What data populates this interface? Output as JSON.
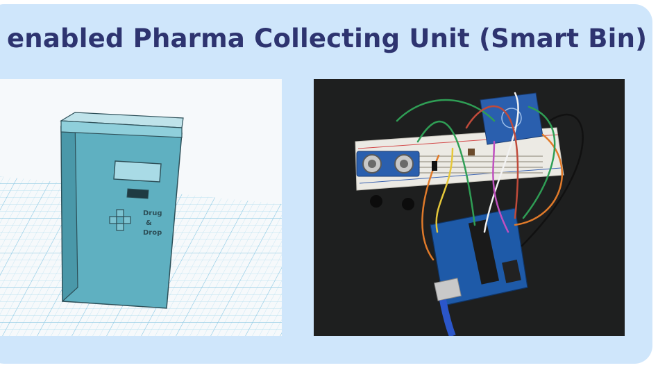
{
  "slide": {
    "title": "enabled Pharma Collecting Unit (Smart Bin)"
  },
  "bin_model": {
    "label_line1": "Drug",
    "label_line2": "&",
    "label_line3": "Drop"
  },
  "colors": {
    "background": "#cfe6fb",
    "title": "#2e3470",
    "bin_body": "#5fb0c1",
    "grid": "#9fd4ea",
    "board": "#1e5aa8"
  }
}
